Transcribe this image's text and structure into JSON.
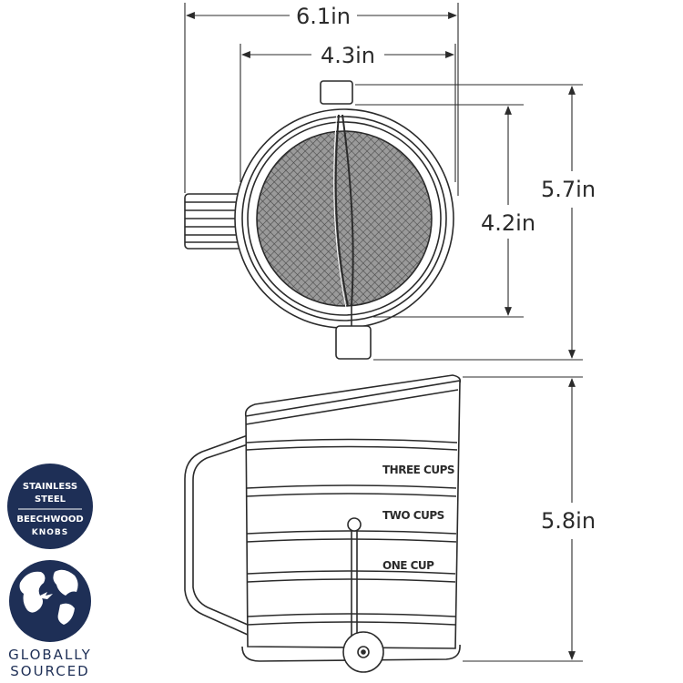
{
  "dimensions": {
    "top_total_width": "6.1in",
    "top_inner_width": "4.3in",
    "top_total_height": "5.7in",
    "top_inner_height": "4.2in",
    "side_height": "5.8in"
  },
  "cup_markings": {
    "three": "THREE CUPS",
    "two": "TWO CUPS",
    "one": "ONE CUP"
  },
  "badges": {
    "material_line1": "STAINLESS",
    "material_line2": "STEEL",
    "knob_line1": "BEECHWOOD",
    "knob_line2": "KNOBS",
    "globe_line1": "GLOBALLY",
    "globe_line2": "SOURCED"
  },
  "colors": {
    "badge_navy": "#1e2f56",
    "line": "#2b2b2b"
  }
}
